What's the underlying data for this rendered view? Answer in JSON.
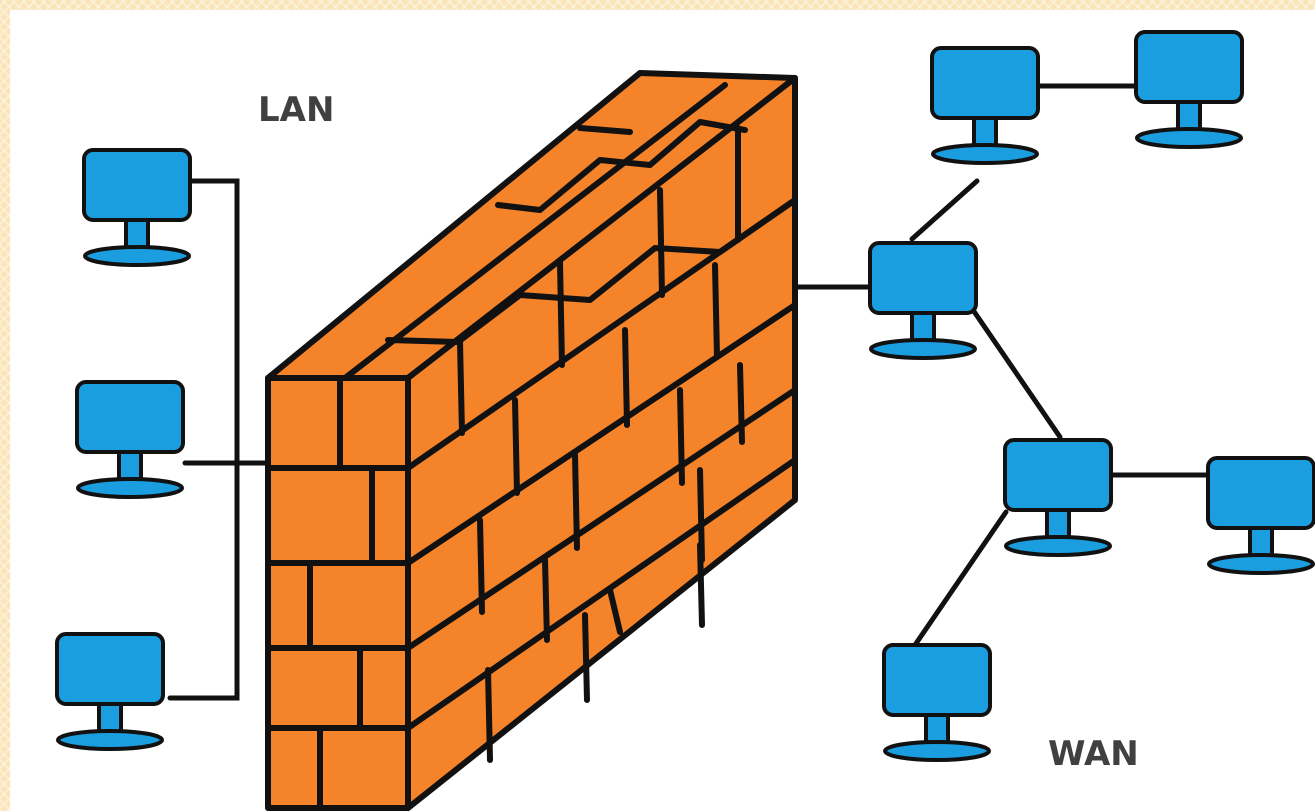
{
  "labels": {
    "lan": "LAN",
    "wan": "WAN"
  },
  "colors": {
    "background_pattern": "#fbe5b8",
    "brick": "#f5832a",
    "computer": "#1a9ee0",
    "line": "#111111",
    "label": "#404040"
  },
  "icons": {
    "computer": "computer-icon",
    "wall": "brick-firewall"
  }
}
